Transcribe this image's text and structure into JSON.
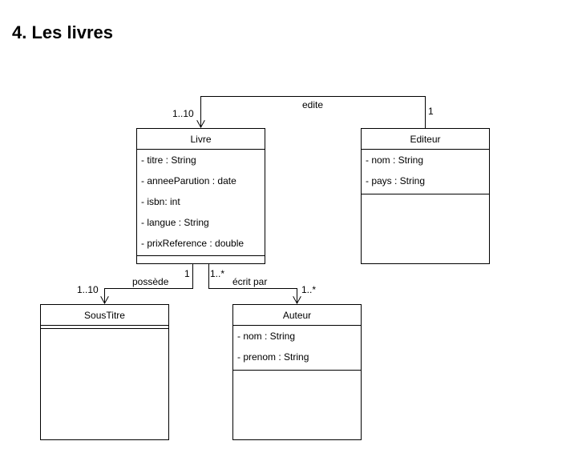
{
  "title": "4. Les livres",
  "classes": {
    "livre": {
      "name": "Livre",
      "attributes": [
        "- titre : String",
        "- anneeParution : date",
        "- isbn: int",
        "- langue : String",
        "- prixReference : double"
      ]
    },
    "editeur": {
      "name": "Editeur",
      "attributes": [
        "- nom : String",
        "- pays : String"
      ]
    },
    "soustitre": {
      "name": "SousTitre",
      "attributes": []
    },
    "auteur": {
      "name": "Auteur",
      "attributes": [
        "- nom : String",
        "- prenom : String"
      ]
    }
  },
  "associations": {
    "edite": {
      "label": "edite",
      "mult_livre": "1..10",
      "mult_editeur": "1"
    },
    "possede": {
      "label": "possède",
      "mult_livre": "1",
      "mult_soustitre": "1..10"
    },
    "ecrit": {
      "label": "écrit par",
      "mult_livre": "1..*",
      "mult_auteur": "1..*"
    }
  }
}
